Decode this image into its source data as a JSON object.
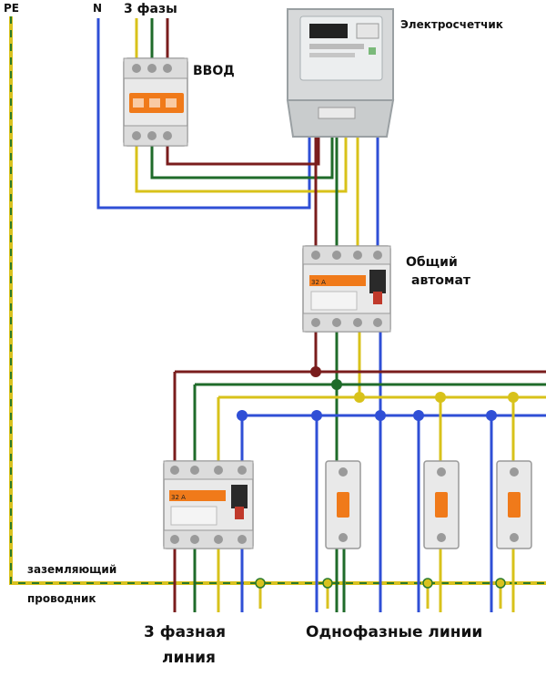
{
  "labels": {
    "pe": "PE",
    "n": "N",
    "phases": "3 фазы",
    "vvod": "ВВОД",
    "meter": "Электросчетчик",
    "main_breaker_1": "Общий",
    "main_breaker_2": "автомат",
    "ground_1": "заземляющий",
    "ground_2": "проводник",
    "three_phase_1": "3 фазная",
    "three_phase_2": "линия",
    "single_phase": "Однофазные линии"
  },
  "device_marks": {
    "rcd_main": "32 A",
    "rcd_three_phase": "32 A"
  },
  "colors": {
    "pe": "#d9c21f",
    "pe_dash": "#2a7a2a",
    "neutral": "#2f4fd6",
    "l1": "#7a1d1d",
    "l2": "#1f6b2a",
    "l3": "#d8c21a",
    "breaker_body": "#e9e9e9",
    "breaker_lever": "#f07a1a",
    "meter_body": "#d7d9da"
  }
}
